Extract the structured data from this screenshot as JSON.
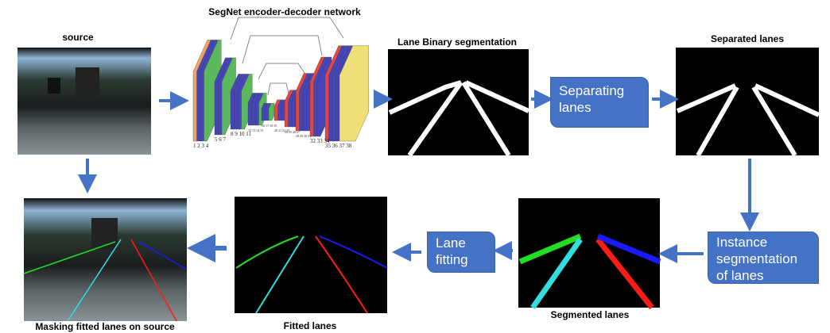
{
  "labels": {
    "segnet": "SegNet encoder-decoder network",
    "source": "source",
    "binary": "Lane Binary segmentation",
    "separated": "Separated lanes",
    "segmented": "Segmented lanes",
    "fitted": "Fitted lanes",
    "masking": "Masking fitted lanes on source"
  },
  "boxes": {
    "separating": "Separating lanes",
    "instance": "Instance segmentation of lanes",
    "fitting": "Lane fitting"
  },
  "segnet_layer_numbers": [
    "1 2 3 4",
    "5 6 7",
    "8 9 10 11",
    "12 13 14 15",
    "16 17 18 19",
    "20 21 22 23",
    "24 25 26 27",
    "28 29 30 31",
    "32 33 34",
    "35 36 37 38"
  ],
  "colors": {
    "accent": "#4472C4",
    "lane_green": "#22dd22",
    "lane_cyan": "#33dddd",
    "lane_red": "#ff1a1a",
    "lane_blue": "#1a1aff",
    "layer_orange": "#f4a460",
    "layer_blue": "#4646b8",
    "layer_green": "#5cb85c",
    "layer_red": "#e04848",
    "layer_yellow": "#efe07a"
  }
}
